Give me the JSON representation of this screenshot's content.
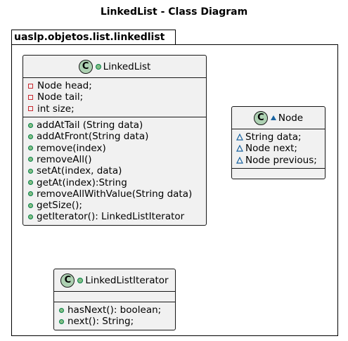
{
  "diagram": {
    "title": "LinkedList - Class Diagram",
    "package_name": "uaslp.objetos.list.linkedlist"
  },
  "classes": {
    "linkedlist": {
      "badge": "C",
      "name": "LinkedList",
      "visibility": "public",
      "fields": [
        "Node head;",
        "Node tail;",
        "int size;"
      ],
      "methods": [
        "addAtTail (String data)",
        "addAtFront(String data)",
        "remove(index)",
        "removeAll()",
        "setAt(index, data)",
        "getAt(index):String",
        "removeAllWithValue(String data)",
        "getSize();",
        "getIterator(): LinkedListIterator"
      ]
    },
    "node": {
      "badge": "C",
      "name": "Node",
      "visibility": "package",
      "fields": [
        "String data;",
        "Node next;",
        "Node previous;"
      ],
      "methods": []
    },
    "iterator": {
      "badge": "C",
      "name": "LinkedListIterator",
      "visibility": "public",
      "fields": [],
      "methods": [
        "hasNext(): boolean;",
        "next(): String;"
      ]
    }
  },
  "colors": {
    "class_fill": "#f1f1f1",
    "badge_fill": "#add1b2",
    "public_marker": "#84be84",
    "private_marker": "#c82930",
    "package_marker": "#1963a0"
  }
}
